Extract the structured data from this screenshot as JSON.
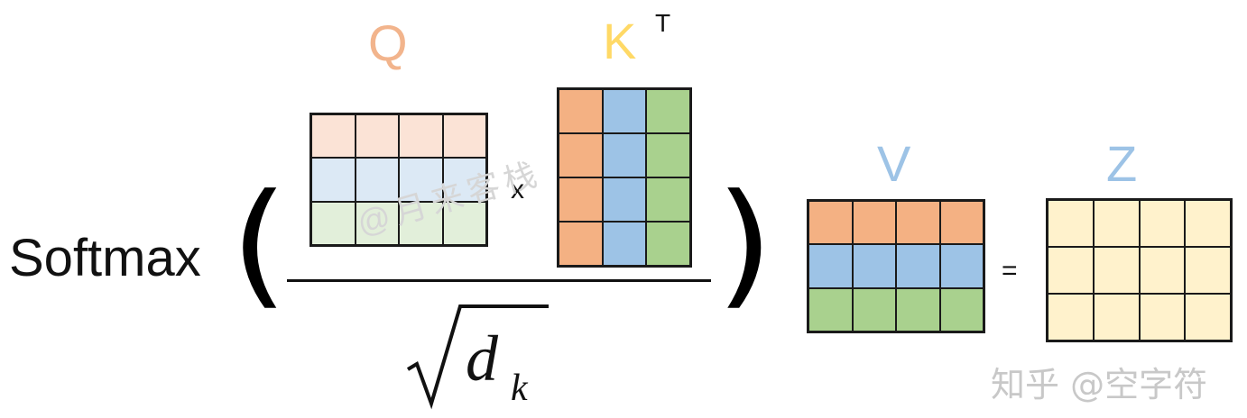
{
  "formula": {
    "func": "Softmax",
    "paren_left": "(",
    "paren_right": ")",
    "multiply": "x",
    "equals": "=",
    "sqrt_symbol": "√",
    "sqrt_var": "d",
    "sqrt_sub": "k"
  },
  "matrices": {
    "Q": {
      "label": "Q",
      "label_color": "#f2b48c",
      "rows": 3,
      "cols": 4,
      "row_colors": [
        "#fbe3d6",
        "#dce9f5",
        "#e2efda"
      ]
    },
    "K": {
      "label": "K",
      "superscript": "T",
      "label_color": "#ffd966",
      "rows": 4,
      "cols": 3,
      "col_colors": [
        "#f4b183",
        "#9dc3e6",
        "#a9d18e"
      ]
    },
    "V": {
      "label": "V",
      "label_color": "#9dc3e6",
      "rows": 3,
      "cols": 4,
      "row_colors": [
        "#f4b183",
        "#9dc3e6",
        "#a9d18e"
      ]
    },
    "Z": {
      "label": "Z",
      "label_color": "#9dc3e6",
      "rows": 3,
      "cols": 4,
      "fill": "#fff2cc"
    }
  },
  "watermark": "@月来客栈",
  "brand": "知乎 @空字符"
}
